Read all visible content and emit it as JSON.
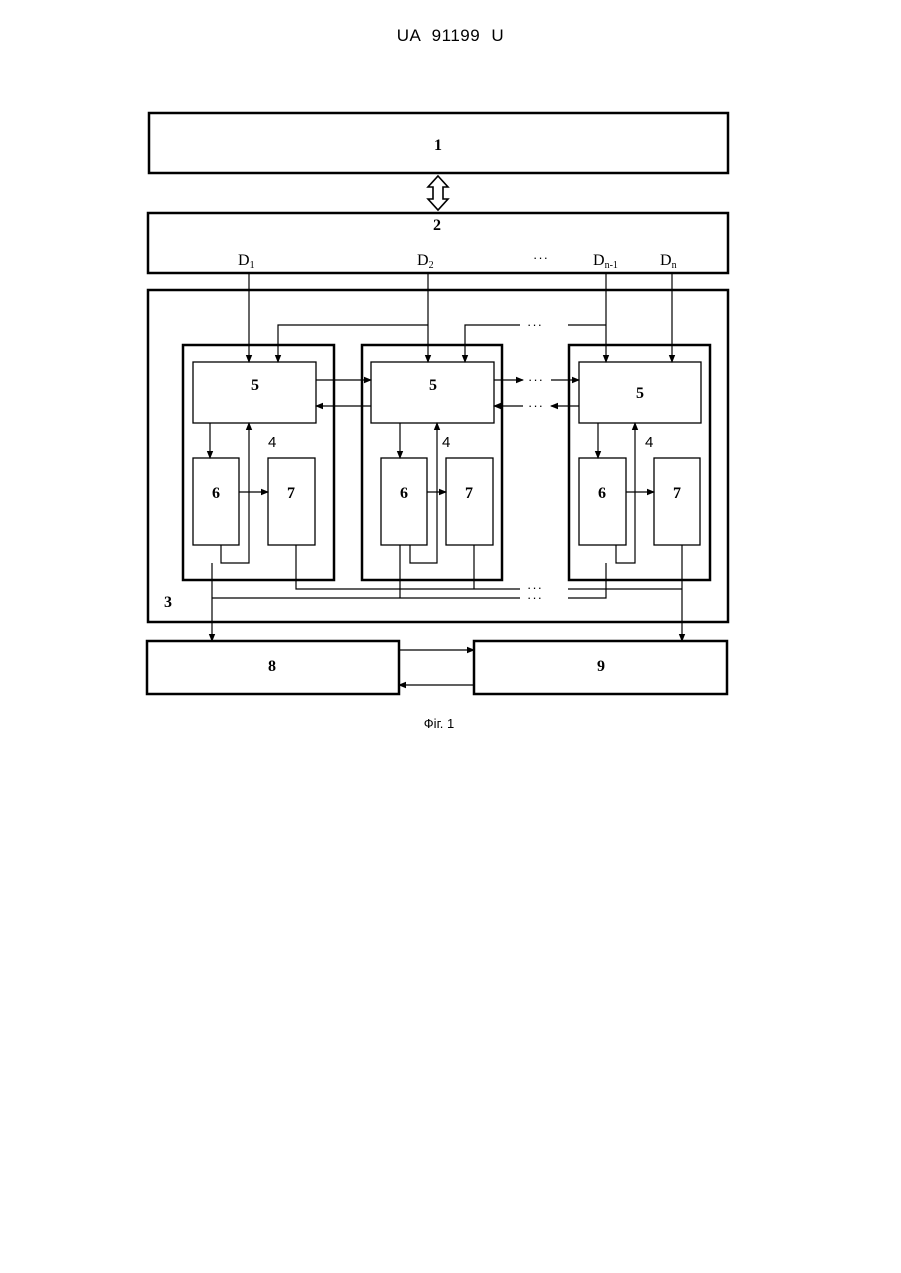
{
  "header": {
    "doc_number": "UA   91199   U"
  },
  "blocks": {
    "b1": "1",
    "b2": "2",
    "b3": "3",
    "b4": "4",
    "b5": "5",
    "b6": "6",
    "b7": "7",
    "b8": "8",
    "b9": "9"
  },
  "signals": {
    "d1": {
      "letter": "D",
      "sub": "1"
    },
    "d2": {
      "letter": "D",
      "sub": "2"
    },
    "dn1": {
      "letter": "D",
      "sub": "n-1"
    },
    "dn": {
      "letter": "D",
      "sub": "n"
    }
  },
  "ellipsis": "···",
  "caption": "Фіг. 1"
}
